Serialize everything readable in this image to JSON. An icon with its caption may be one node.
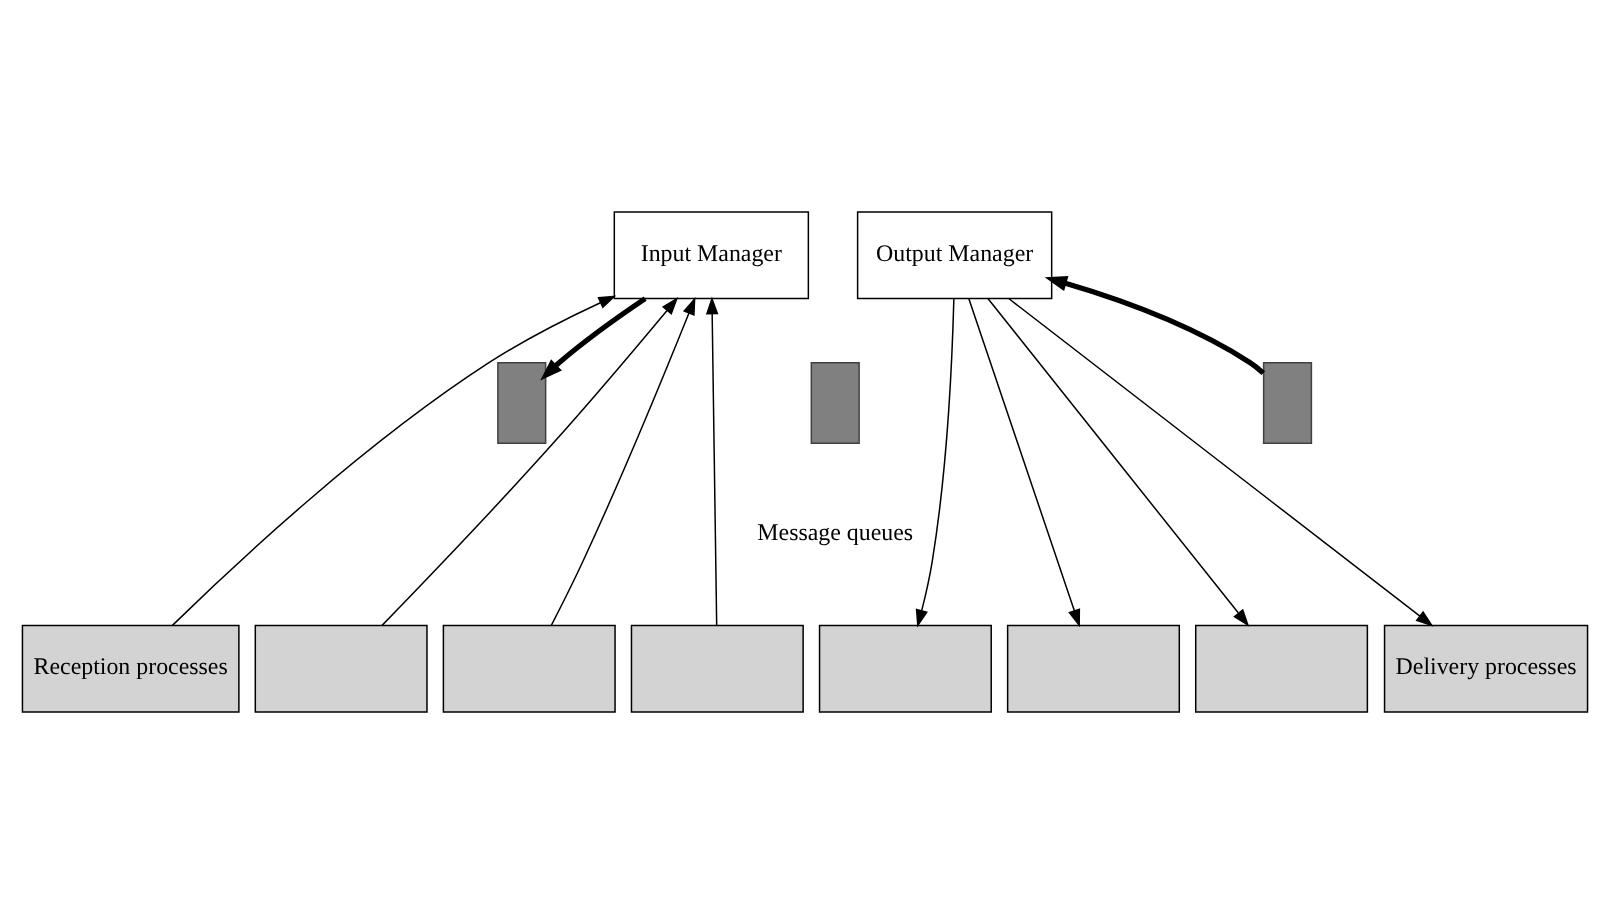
{
  "diagram": {
    "nodes": [
      {
        "text": [
          "Input Manager"
        ]
      },
      {
        "text": [
          "Output Manager"
        ]
      },
      {
        "text": [],
        "shape": "box"
      },
      {
        "text": [],
        "shape": "box"
      },
      {
        "text": [],
        "shape": "box"
      },
      {
        "text": [],
        "shape": "box"
      },
      {
        "text": [],
        "shape": "box"
      },
      {
        "text": [],
        "shape": "box"
      },
      {
        "text": [
          "Reception processes"
        ]
      },
      {
        "text": [],
        "shape": "box"
      },
      {
        "text": [],
        "shape": "box"
      },
      {
        "text": [],
        "shape": "box"
      },
      {
        "text": [
          "Delivery processes"
        ]
      }
    ],
    "edges": [
      {
        "from": 0,
        "to": 2,
        "arrow": "to",
        "style": "thick"
      },
      {
        "from": 4,
        "to": 1,
        "arrow": "to",
        "style": "thick"
      },
      {
        "from": 5,
        "to": 0,
        "arrow": "to"
      },
      {
        "from": 6,
        "to": 0,
        "arrow": "to"
      },
      {
        "from": 7,
        "to": 0,
        "arrow": "to"
      },
      {
        "from": 8,
        "to": 0,
        "arrow": "to"
      },
      {
        "from": 1,
        "to": 9,
        "arrow": "to"
      },
      {
        "from": 1,
        "to": 10,
        "arrow": "to"
      },
      {
        "from": 1,
        "to": 11,
        "arrow": "to"
      },
      {
        "from": 1,
        "to": 12,
        "arrow": "to"
      }
    ],
    "labels": [
      "Message queues"
    ]
  }
}
